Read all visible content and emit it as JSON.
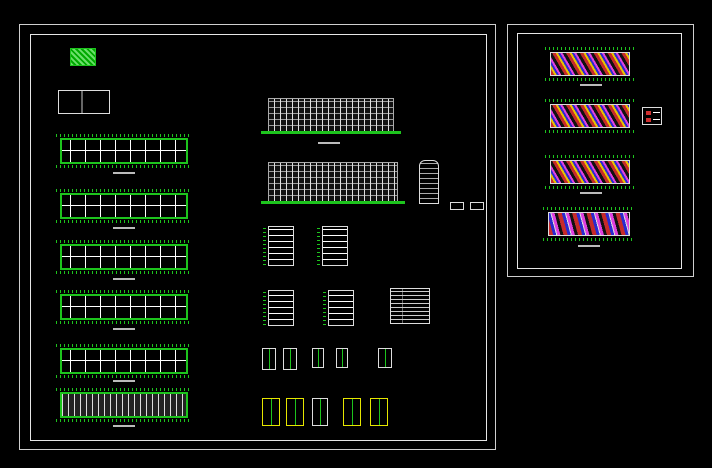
{
  "canvas": {
    "background": "#000000",
    "line_color": "#1dc41d",
    "frame_color": "#e6e6e6"
  },
  "main_sheet": {
    "floor_plans": [
      "plan-1",
      "plan-2",
      "plan-3",
      "plan-4",
      "plan-5",
      "plan-6"
    ],
    "elevations": [
      "elevation-front",
      "elevation-rear"
    ],
    "sections": [
      "section-a",
      "section-b",
      "section-c",
      "section-d"
    ],
    "details": [
      "detail-1",
      "detail-2",
      "detail-3",
      "detail-4",
      "detail-5",
      "detail-6",
      "detail-7",
      "detail-8",
      "detail-9"
    ]
  },
  "side_sheet": {
    "color_plans": [
      "color-plan-1",
      "color-plan-2",
      "color-plan-3",
      "color-plan-4"
    ]
  }
}
